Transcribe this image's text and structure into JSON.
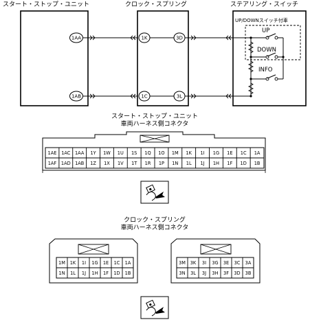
{
  "titles": {
    "left_unit": "スタート・ストップ・ユニット",
    "clock_spring": "クロック・スプリング",
    "steering_switch": "ステアリング・スイッチ",
    "upper_connector_line1": "スタート・ストップ・ユニット",
    "upper_connector_line2": "車両ハーネス側コネクタ",
    "lower_connector_line1": "クロック・スプリング",
    "lower_connector_line2": "車両ハーネス側コネクタ"
  },
  "wiring": {
    "unit_pins": [
      "1AA",
      "1AB"
    ],
    "clock_left_pins": [
      "1K",
      "1C"
    ],
    "clock_right_pins": [
      "3D",
      "3L"
    ]
  },
  "steering": {
    "box_title": "UP/DOWNスイッチ付車",
    "switches": [
      "UP",
      "DOWN",
      "INFO"
    ]
  },
  "unit_connector": {
    "rows": [
      [
        "1AE",
        "1AC",
        "1AA",
        "1Y",
        "1W",
        "1U",
        "1S",
        "1Q",
        "1O",
        "1M",
        "1K",
        "1I",
        "1G",
        "1E",
        "1C",
        "1A"
      ],
      [
        "1AF",
        "1AD",
        "1AB",
        "1Z",
        "1X",
        "1V",
        "1T",
        "1R",
        "1P",
        "1N",
        "1L",
        "1J",
        "1H",
        "1F",
        "1D",
        "1B"
      ]
    ]
  },
  "clock_connector_left": {
    "rows": [
      [
        "1M",
        "1K",
        "1I",
        "1G",
        "1E",
        "1C",
        "1A"
      ],
      [
        "1N",
        "1L",
        "1J",
        "1H",
        "1F",
        "1D",
        "1B"
      ]
    ]
  },
  "clock_connector_right": {
    "rows": [
      [
        "3M",
        "3K",
        "3I",
        "3G",
        "3E",
        "3C",
        "3A"
      ],
      [
        "3N",
        "3L",
        "3J",
        "3H",
        "3F",
        "3D",
        "3B"
      ]
    ]
  }
}
